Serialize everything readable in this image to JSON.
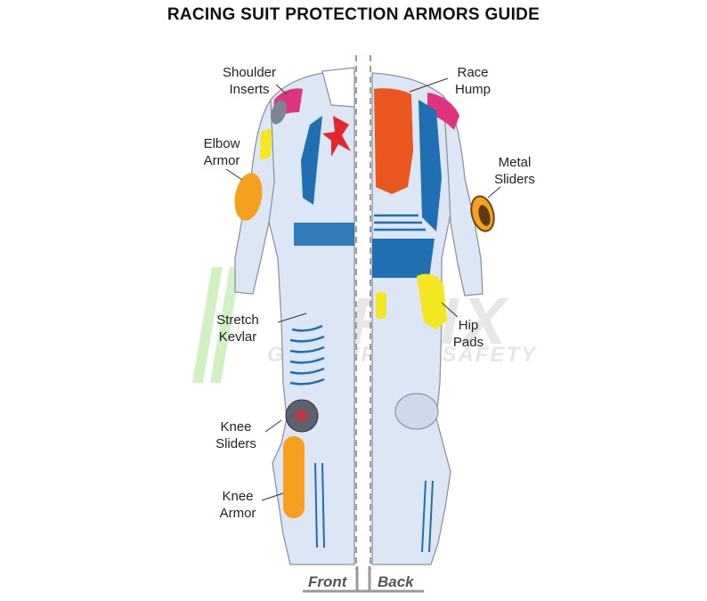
{
  "title": "RACING SUIT PROTECTION ARMORS GUIDE",
  "labels": {
    "shoulder_inserts": [
      "Shoulder",
      "Inserts"
    ],
    "elbow_armor": [
      "Elbow",
      "Armor"
    ],
    "stretch_kevlar": [
      "Stretch",
      "Kevlar"
    ],
    "knee_sliders": [
      "Knee",
      "Sliders"
    ],
    "knee_armor": [
      "Knee",
      "Armor"
    ],
    "race_hump": [
      "Race",
      "Hump"
    ],
    "metal_sliders": [
      "Metal",
      "Sliders"
    ],
    "hip_pads": [
      "Hip",
      "Pads"
    ]
  },
  "footer": {
    "front": "Front",
    "back": "Back"
  },
  "watermark": {
    "brand": "OPTIX",
    "tagline": "GEAR UP FOR SAFETY"
  },
  "colors": {
    "suit_base": "#dde6f4",
    "suit_outline": "#8a94a6",
    "blue": "#1f6fb2",
    "magenta": "#e0337f",
    "orange": "#f5a01e",
    "yellow": "#f4e620",
    "race_hump": "#e9571f",
    "red_logo": "#e0282e",
    "green_wm": "#7ed957"
  }
}
